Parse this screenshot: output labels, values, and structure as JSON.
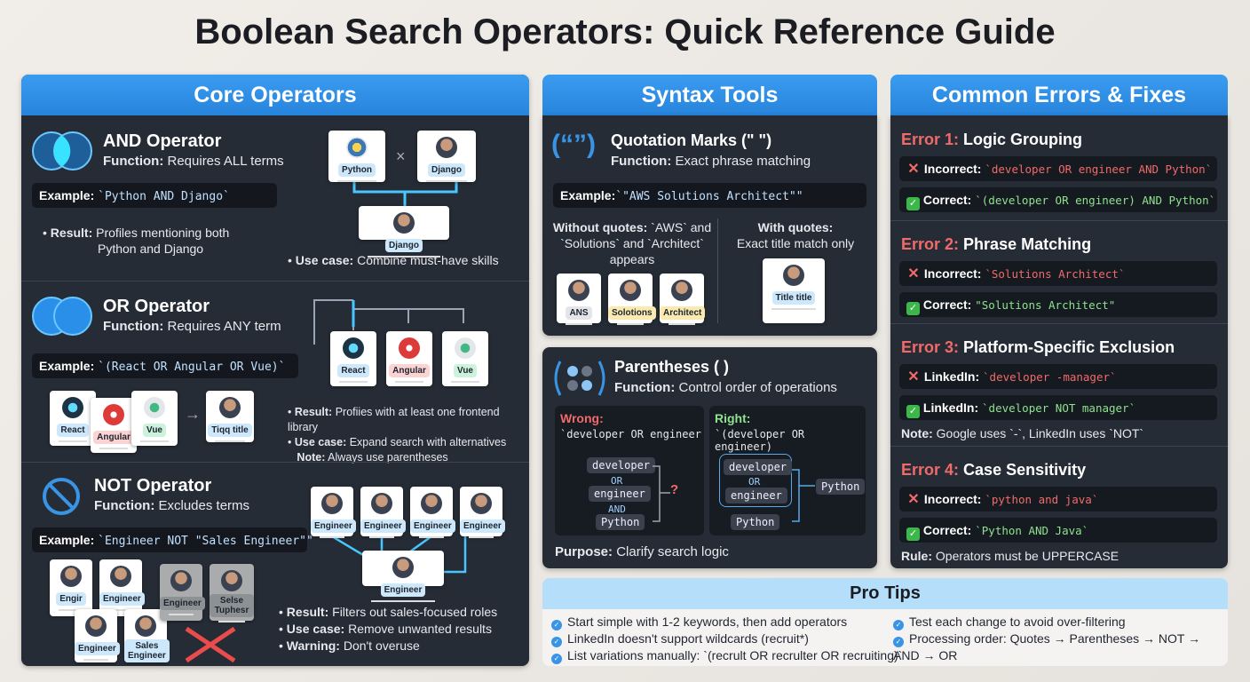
{
  "title": "Boolean Search Operators: Quick Reference Guide",
  "colors": {
    "accent": "#2f8fe6",
    "panel": "#262c36",
    "error": "#f16a6a",
    "correct": "#8fe28f"
  },
  "core": {
    "header": "Core Operators",
    "and": {
      "title": "AND Operator",
      "fn_label": "Function:",
      "fn": "Requires ALL terms",
      "ex_label": "Example:",
      "ex": "`Python AND Django`",
      "result_label": "Result:",
      "result1": "Profiles mentioning both",
      "result2": "Python and Django",
      "use_label": "Use case:",
      "use": "Combine must-have skills",
      "cards": [
        "Python",
        "Django",
        "Django"
      ],
      "times": "×"
    },
    "or": {
      "title": "OR Operator",
      "fn_label": "Function:",
      "fn": "Requires ANY term",
      "ex_label": "Example:",
      "ex": "`(React OR Angular OR Vue)`",
      "cards_top": [
        "React",
        "Angular",
        "Vue"
      ],
      "cards_bottom": [
        "React",
        "Angular",
        "Vue"
      ],
      "result_card": "Tiqq title",
      "result_label": "Result:",
      "result": "Profiies with at least one frontend library",
      "use_label": "Use case:",
      "use": "Expand search with alternatives",
      "note_label": "Note:",
      "note": "Always use parentheses"
    },
    "not": {
      "title": "NOT Operator",
      "fn_label": "Function:",
      "fn": "Excludes terms",
      "ex_label": "Example:",
      "ex": "`Engineer NOT \"Sales Engineer\"\"",
      "cards_top": [
        "Engineer",
        "Engineer",
        "Engineer",
        "Engineer"
      ],
      "result_card": "Engineer",
      "cards_left": [
        "Engir",
        "Engineer",
        "Engineer",
        "Sales Engineer"
      ],
      "cards_excluded": [
        "Engineer",
        "Selse Tuphesr"
      ],
      "result_label": "Result:",
      "result": "Filters out sales-focused roles",
      "use_label": "Use case:",
      "use": "Remove unwanted results",
      "warn_label": "Warning:",
      "warn": "Don't overuse"
    }
  },
  "syntax": {
    "header": "Syntax Tools",
    "quotes": {
      "title": "Quotation Marks (\" \")",
      "fn_label": "Function:",
      "fn": "Exact phrase matching",
      "ex_label": "Example:",
      "ex": "`\"AWS Solutions Architect\"\"",
      "without_label": "Without quotes:",
      "without1": "`AWS` and",
      "without2": "`Solutions` and `Architect`",
      "without3": "appears",
      "with_label": "With quotes:",
      "with": "Exact title match only",
      "cards": [
        "ANS",
        "Solotions",
        "Architect"
      ],
      "exact_card": "Title title"
    },
    "parens": {
      "title": "Parentheses ( )",
      "fn_label": "Function:",
      "fn": "Control order of operations",
      "wrong_label": "Wrong:",
      "wrong": "`developer OR engineer",
      "right_label": "Right:",
      "right": "`(developer OR engineer)",
      "terms": [
        "developer",
        "OR",
        "engineer",
        "AND",
        "Python"
      ],
      "question": "?",
      "result": "Python",
      "purpose_label": "Purpose:",
      "purpose": "Clarify search logic"
    }
  },
  "errors": {
    "header": "Common Errors & Fixes",
    "items": [
      {
        "label": "Error 1:",
        "title": "Logic Grouping",
        "rows": [
          {
            "ok": false,
            "label": "Incorrect:",
            "code": "`developer OR engineer AND Python`"
          },
          {
            "ok": true,
            "label": "Correct:",
            "code": "`(developer OR engineer) AND Python`"
          }
        ]
      },
      {
        "label": "Error 2:",
        "title": "Phrase Matching",
        "rows": [
          {
            "ok": false,
            "label": "Incorrect:",
            "code": "`Solutions Architect`"
          },
          {
            "ok": true,
            "label": "Correct:",
            "code": "\"Solutions Architect\""
          }
        ]
      },
      {
        "label": "Error 3:",
        "title": "Platform-Specific Exclusion",
        "rows": [
          {
            "ok": false,
            "label": "LinkedIn:",
            "code": "`developer -manager`"
          },
          {
            "ok": true,
            "label": "LinkedIn:",
            "code": "`developer NOT manager`"
          }
        ],
        "note_label": "Note:",
        "note": "Google uses `-`, LinkedIn uses `NOT`"
      },
      {
        "label": "Error 4:",
        "title": "Case Sensitivity",
        "rows": [
          {
            "ok": false,
            "label": "Incorrect:",
            "code": "`python and java`"
          },
          {
            "ok": true,
            "label": "Correct:",
            "code": "`Python AND Java`"
          }
        ],
        "note_label": "Rule:",
        "note": "Operators must be UPPERCASE"
      }
    ]
  },
  "tips": {
    "header": "Pro Tips",
    "left": [
      "Start simple with 1-2 keywords, then add operators",
      "LinkedIn doesn't support wildcards (recruit*)",
      "List variations manually: `(recrult OR recrulter OR recruiting)`"
    ],
    "right": [
      "Test each change to avoid over-filtering",
      "Processing order: Quotes → Parentheses → NOT → AND → OR"
    ]
  }
}
